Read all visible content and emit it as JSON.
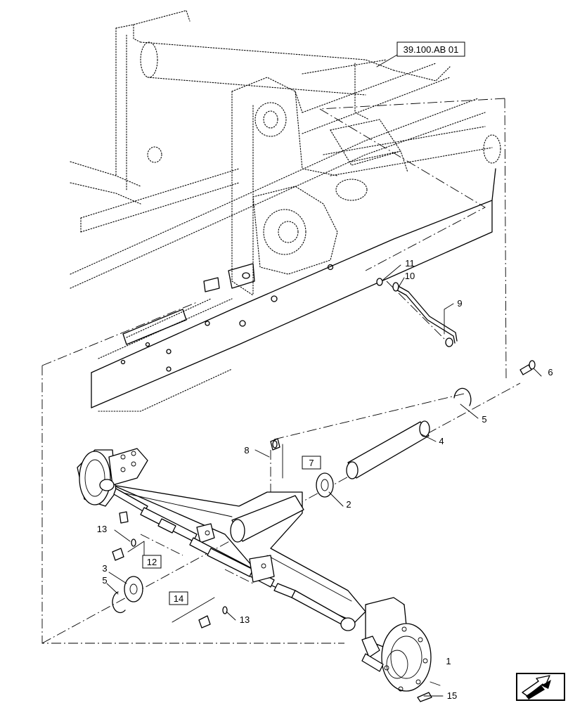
{
  "reference_label": "39.100.AB 01",
  "callouts": [
    {
      "id": "c1",
      "text": "1"
    },
    {
      "id": "c2",
      "text": "2"
    },
    {
      "id": "c3",
      "text": "3"
    },
    {
      "id": "c4",
      "text": "4"
    },
    {
      "id": "c5a",
      "text": "5"
    },
    {
      "id": "c5b",
      "text": "5"
    },
    {
      "id": "c6",
      "text": "6"
    },
    {
      "id": "c7",
      "text": "7"
    },
    {
      "id": "c8",
      "text": "8"
    },
    {
      "id": "c9",
      "text": "9"
    },
    {
      "id": "c10",
      "text": "10"
    },
    {
      "id": "c11",
      "text": "11"
    },
    {
      "id": "c12",
      "text": "12"
    },
    {
      "id": "c13a",
      "text": "13"
    },
    {
      "id": "c13b",
      "text": "13"
    },
    {
      "id": "c14",
      "text": "14"
    },
    {
      "id": "c15",
      "text": "15"
    }
  ],
  "nav_icon": "next-page-arrow-icon"
}
